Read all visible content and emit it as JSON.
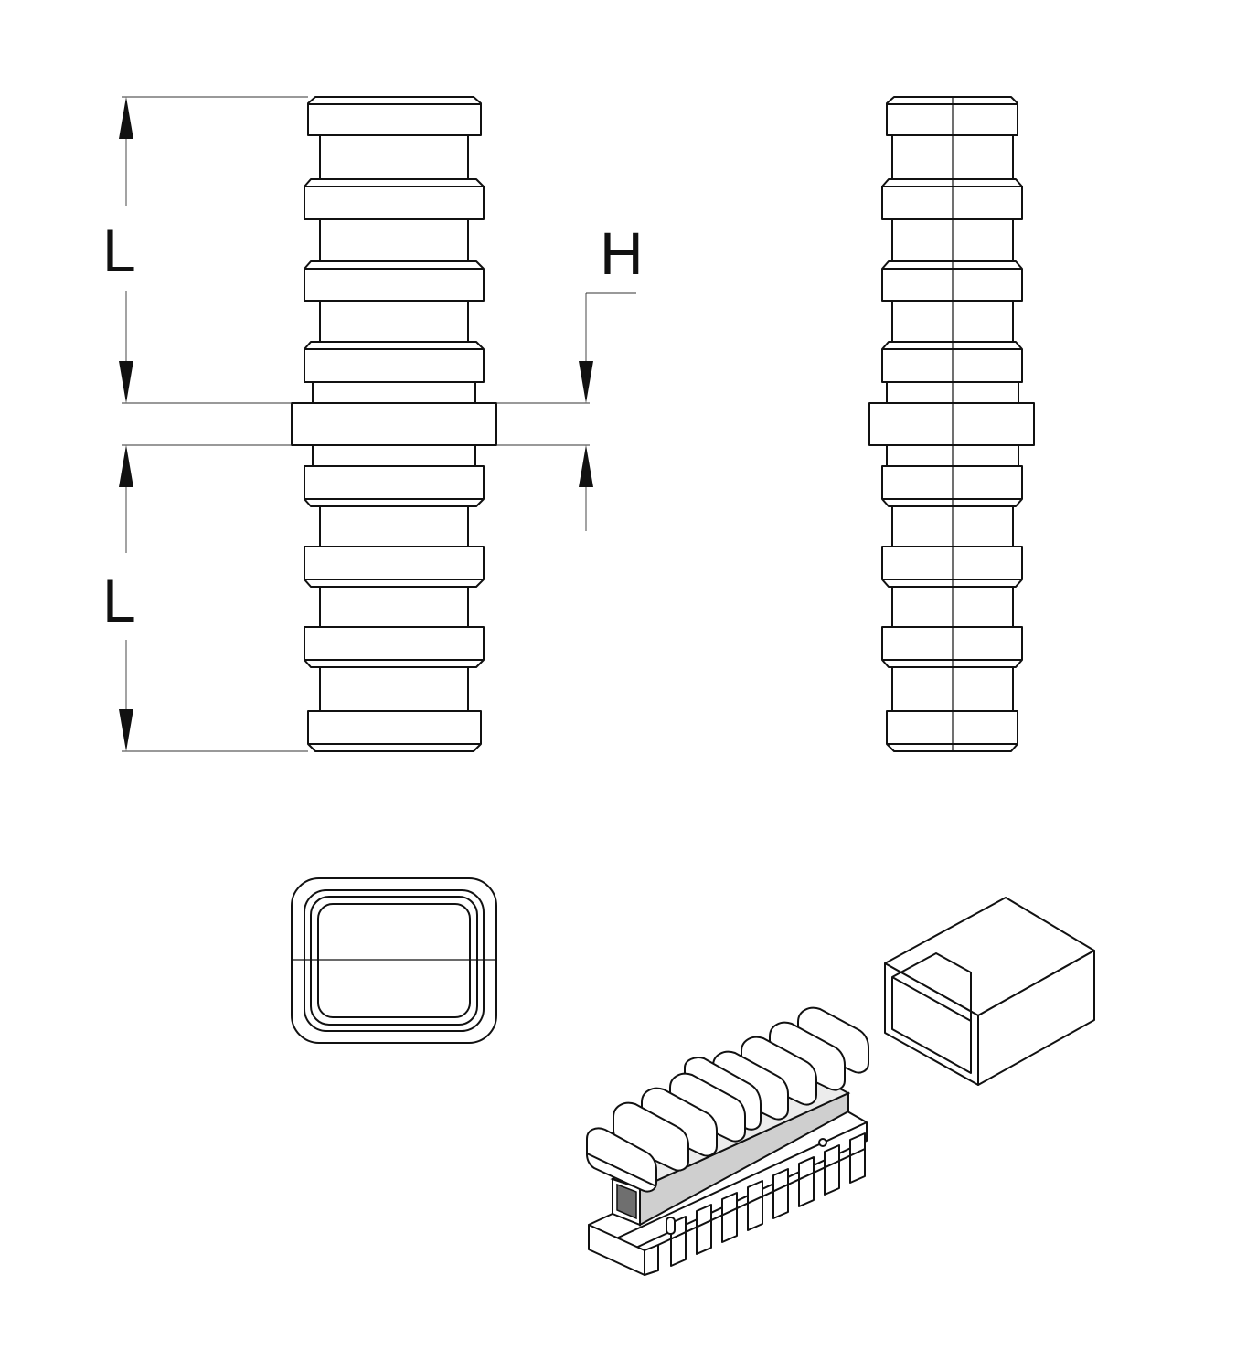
{
  "dimensions": {
    "length_label": "L",
    "length_label_lower": "L",
    "height_label": "H"
  }
}
